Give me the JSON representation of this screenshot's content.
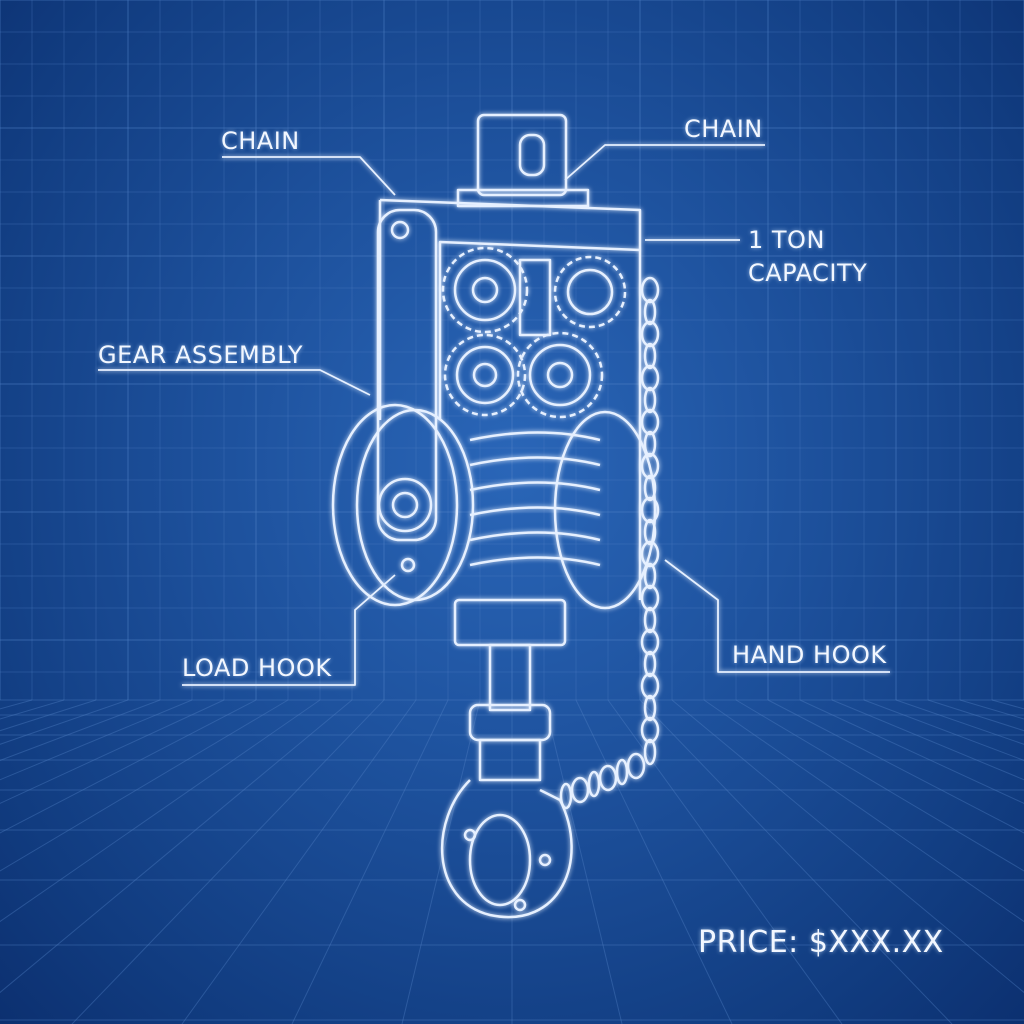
{
  "colors": {
    "background": "#1c4f9a",
    "lines": "#e6f0ff",
    "grid": "#4f7fc4"
  },
  "labels": {
    "chain_left": "CHAIN",
    "chain_right": "CHAIN",
    "capacity_line1": "1 TON",
    "capacity_line2": "CAPACITY",
    "gear_assembly": "GEAR ASSEMBLY",
    "load_hook": "LOAD HOOK",
    "hand_hook": "HAND HOOK",
    "price": "PRICE: $XXX.XX"
  }
}
